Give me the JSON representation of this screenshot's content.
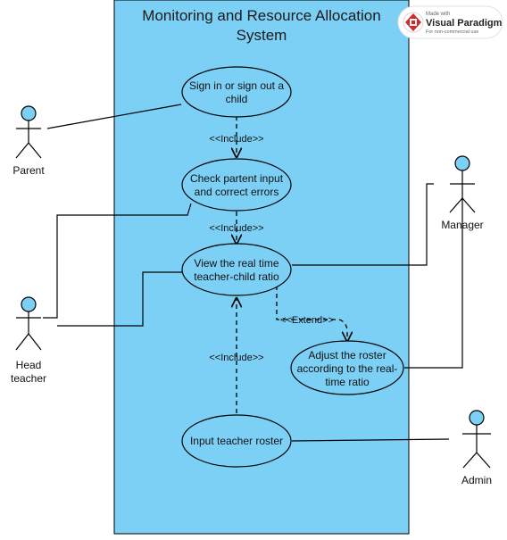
{
  "system": {
    "title_line1": "Monitoring and Resource Allocation",
    "title_line2": "System",
    "fill": "#7dd0f5"
  },
  "use_cases": {
    "sign_in": [
      "Sign in or sign out a",
      "child"
    ],
    "check_input": [
      "Check partent input",
      "and correct errors"
    ],
    "view_ratio": [
      "View the real time",
      "teacher-child ratio"
    ],
    "adjust_roster": [
      "Adjust the roster",
      "according to the real-",
      "time ratio"
    ],
    "input_roster": [
      "Input teacher roster"
    ]
  },
  "actors": {
    "parent": [
      "Parent"
    ],
    "head_teacher": [
      "Head",
      "teacher"
    ],
    "manager": [
      "Manager"
    ],
    "admin": [
      "Admin"
    ]
  },
  "relations": {
    "include_1": "<<Include>>",
    "include_2": "<<Include>>",
    "include_3": "<<Include>>",
    "extend_1": "<<Extend>>"
  },
  "watermark": {
    "made_with": "Made with",
    "brand": "Visual Paradigm",
    "note": "For non-commercial use",
    "logo_icon": "visual-paradigm-logo-icon"
  },
  "colors": {
    "system_fill": "#7dd0f5",
    "use_case_fill": "#7dd0f5",
    "actor_head_fill": "#7dd0f5",
    "line": "#000000"
  }
}
